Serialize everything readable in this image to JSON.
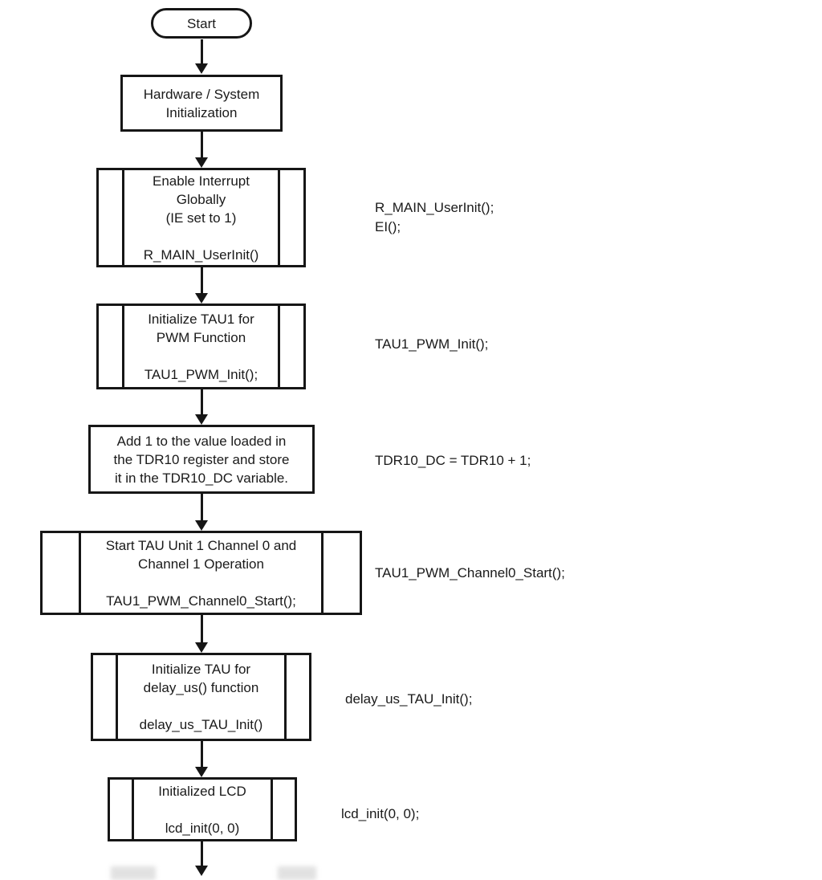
{
  "colors": {
    "line": "#161616",
    "text": "#1a1a1a",
    "background": "#ffffff"
  },
  "nodes": {
    "start": {
      "type": "terminator",
      "label": "Start"
    },
    "hw_init": {
      "type": "process",
      "lines": [
        "Hardware / System",
        "Initialization"
      ]
    },
    "enable_int": {
      "type": "subroutine",
      "lines": [
        "Enable Interrupt",
        "Globally",
        "(IE set to 1)",
        "",
        "R_MAIN_UserInit()"
      ],
      "annotation": "R_MAIN_UserInit();\nEI();"
    },
    "tau1_pwm_init": {
      "type": "subroutine",
      "lines": [
        "Initialize TAU1 for",
        "PWM Function",
        "",
        "TAU1_PWM_Init();"
      ],
      "annotation": "TAU1_PWM_Init();"
    },
    "tdr10_add": {
      "type": "process",
      "lines": [
        "Add 1 to the value loaded in",
        "the TDR10 register and store",
        "it in the TDR10_DC variable."
      ],
      "annotation": "TDR10_DC = TDR10 + 1;"
    },
    "tau_start": {
      "type": "subroutine",
      "lines": [
        "Start TAU Unit 1 Channel 0 and",
        "Channel 1 Operation",
        "",
        "TAU1_PWM_Channel0_Start();"
      ],
      "annotation": "TAU1_PWM_Channel0_Start();"
    },
    "delay_tau_init": {
      "type": "subroutine",
      "lines": [
        "Initialize TAU for",
        "delay_us() function",
        "",
        "delay_us_TAU_Init()"
      ],
      "annotation": "delay_us_TAU_Init();"
    },
    "lcd_init": {
      "type": "subroutine",
      "lines": [
        "Initialized LCD",
        "",
        "lcd_init(0, 0)"
      ],
      "annotation": "lcd_init(0, 0);"
    }
  }
}
